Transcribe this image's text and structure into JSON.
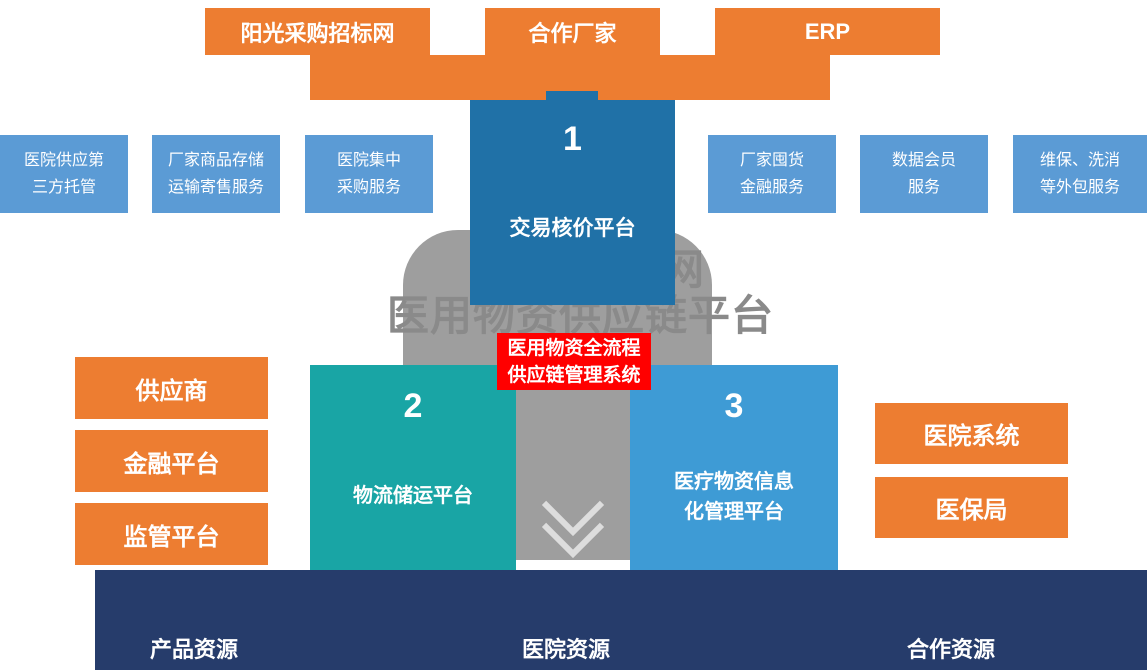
{
  "watermark": {
    "line1": "互联网",
    "line2": "医用物资供应链平台"
  },
  "top_row": {
    "box1": "阳光采购招标网",
    "box2": "合作厂家",
    "box3": "ERP"
  },
  "services": [
    {
      "line1": "医院供应第",
      "line2": "三方托管"
    },
    {
      "line1": "厂家商品存储",
      "line2": "运输寄售服务"
    },
    {
      "line1": "医院集中",
      "line2": "采购服务"
    },
    {
      "line1": "厂家囤货",
      "line2": "金融服务"
    },
    {
      "line1": "数据会员",
      "line2": "服务"
    },
    {
      "line1": "维保、洗消",
      "line2": "等外包服务"
    }
  ],
  "platform1": {
    "number": "1",
    "label": "交易核价平台"
  },
  "platform2": {
    "number": "2",
    "label": "物流储运平台"
  },
  "platform3": {
    "number": "3",
    "line1": "医疗物资信息",
    "line2": "化管理平台"
  },
  "center_banner": {
    "line1": "医用物资全流程",
    "line2": "供应链管理系统"
  },
  "left_column": {
    "box1": "供应商",
    "box2": "金融平台",
    "box3": "监管平台"
  },
  "right_column": {
    "box1": "医院系统",
    "box2": "医保局"
  },
  "bottom_bar": {
    "label1": "产品资源",
    "label2": "医院资源",
    "label3": "合作资源"
  },
  "palette": {
    "orange": "#ED7D31",
    "light_blue": "#5B9BD5",
    "dark_blue": "#2071A7",
    "teal": "#19A5A5",
    "mid_blue": "#3E9BD5",
    "red": "#FF0000",
    "navy": "#263C6B",
    "gray": "#9E9E9E"
  }
}
